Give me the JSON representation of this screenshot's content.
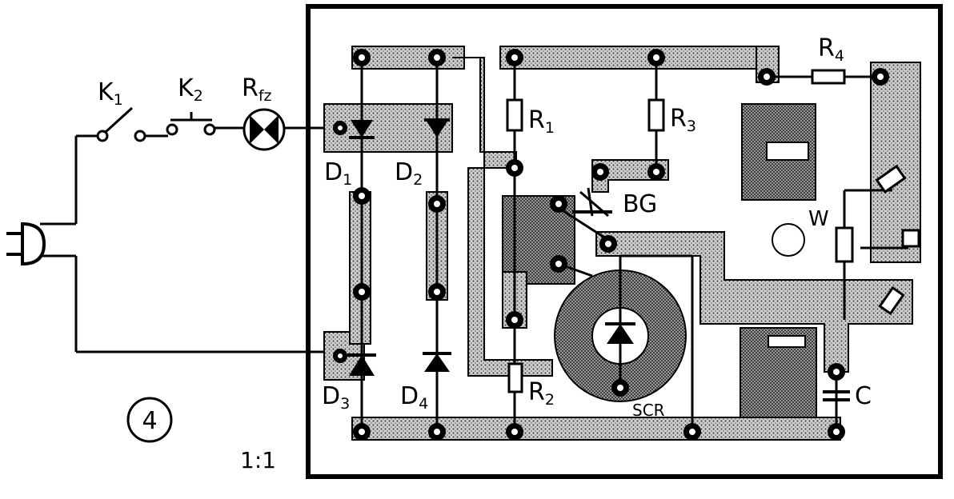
{
  "figure_number": "④",
  "scale": "1:1",
  "labels": {
    "k1": "K",
    "k1_sub": "1",
    "k2": "K",
    "k2_sub": "2",
    "rfz": "R",
    "rfz_sub": "fz",
    "r1": "R",
    "r1_sub": "1",
    "r2": "R",
    "r2_sub": "2",
    "r3": "R",
    "r3_sub": "3",
    "r4": "R",
    "r4_sub": "4",
    "d1": "D",
    "d1_sub": "1",
    "d2": "D",
    "d2_sub": "2",
    "d3": "D",
    "d3_sub": "3",
    "d4": "D",
    "d4_sub": "4",
    "bg": "BG",
    "scr": "SCR",
    "w": "W",
    "c": "C"
  }
}
